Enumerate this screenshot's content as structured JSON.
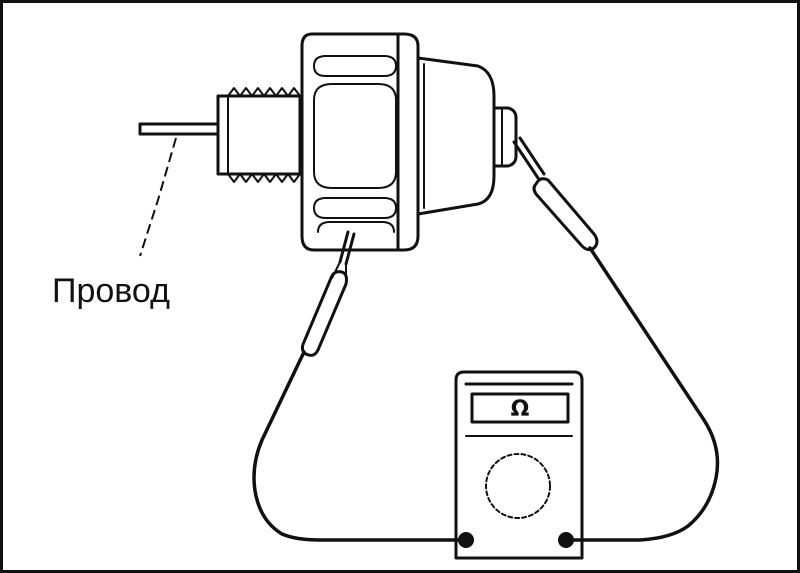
{
  "diagram": {
    "wire_label": "Провод",
    "meter_display": "Ω",
    "colors": {
      "line": "#111111",
      "background": "#ffffff"
    },
    "parts": [
      "oil-pressure-sensor",
      "probe-left",
      "probe-right",
      "ohmmeter"
    ]
  }
}
